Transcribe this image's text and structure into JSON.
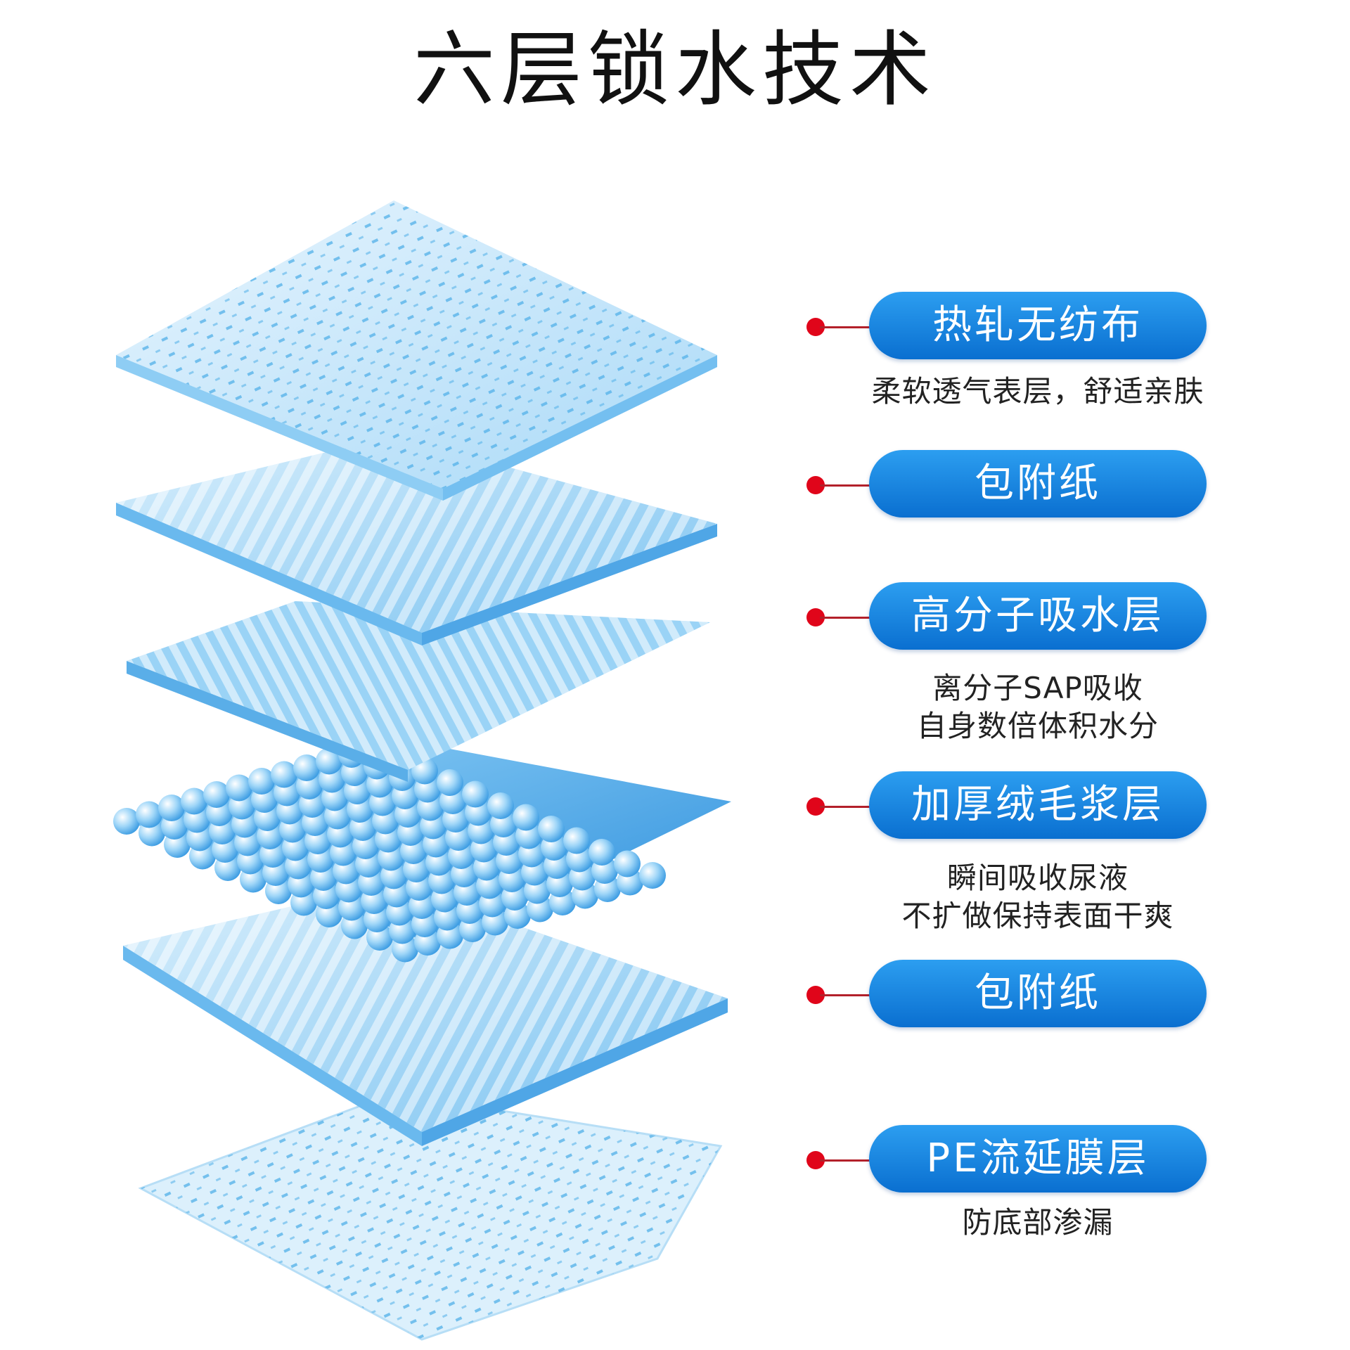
{
  "title": "六层锁水技术",
  "colors": {
    "pill_top": "#2c9ef0",
    "pill_bottom": "#0a6fd0",
    "dot": "#e0051a",
    "layer_light": "#cfe9fb",
    "layer_mid": "#7cc3f1",
    "layer_dark": "#3a9be2"
  },
  "layers": [
    {
      "label": "热轧无纺布",
      "desc": [
        "柔软透气表层，舒适亲肤"
      ]
    },
    {
      "label": "包附纸",
      "desc": []
    },
    {
      "label": "高分子吸水层",
      "desc": [
        "离分子SAP吸收",
        "自身数倍体积水分"
      ]
    },
    {
      "label": "加厚绒毛浆层",
      "desc": [
        "瞬间吸收尿液",
        "不扩做保持表面干爽"
      ]
    },
    {
      "label": "包附纸",
      "desc": []
    },
    {
      "label": "PE流延膜层",
      "desc": [
        "防底部渗漏"
      ]
    }
  ]
}
